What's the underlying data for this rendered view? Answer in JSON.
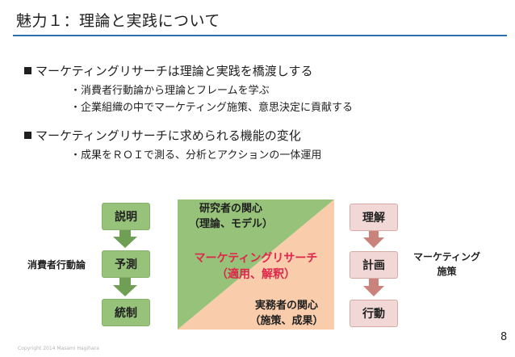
{
  "slide": {
    "title": "魅力１：理論と実践について",
    "page_number": "8",
    "copyright": "Copyright 2014 Masami Hagihara"
  },
  "bullets": [
    {
      "text": "マーケティングリサーチは理論と実践を橋渡しする",
      "subs": [
        "・消費者行動論から理論とフレームを学ぶ",
        "・企業組織の中でマーケティング施策、意思決定に貢献する"
      ]
    },
    {
      "text": "マーケティングリサーチに求められる機能の変化",
      "subs": [
        "・成果をＲＯＩで測る、分析とアクションの一体運用"
      ]
    }
  ],
  "diagram": {
    "left_label": "消費者行動論",
    "left_boxes": [
      "説明",
      "予測",
      "統制"
    ],
    "right_label_line1": "マーケティング",
    "right_label_line2": "施策",
    "right_boxes": [
      "理解",
      "計画",
      "行動"
    ],
    "center_top_line1": "研究者の関心",
    "center_top_line2": "（理論、モデル）",
    "center_main_line1": "マーケティングリサーチ",
    "center_main_line2": "（適用、解釈）",
    "center_bottom_line1": "実務者の関心",
    "center_bottom_line2": "（施策、成果）",
    "colors": {
      "green": "#96c27a",
      "green_arrow": "#6f9e55",
      "peach": "#f9ccac",
      "pink_box": "#f1d8d6",
      "pink_arrow": "#c9837c",
      "accent_red": "#e0254a",
      "title_rule": "#2b6fb0"
    }
  }
}
